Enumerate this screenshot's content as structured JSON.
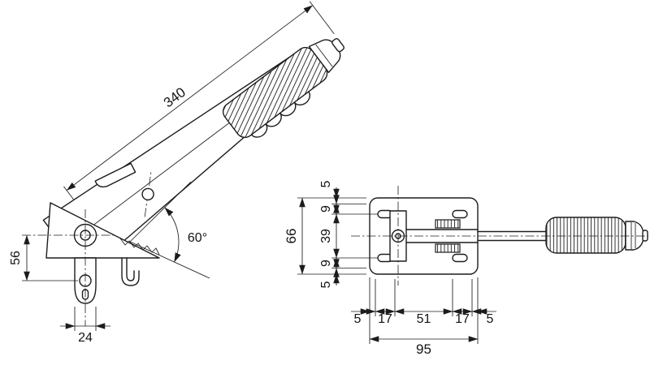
{
  "figure": {
    "side_view": {
      "lever_length": "340",
      "release_angle": "60°",
      "pivot_height": "56",
      "foot_width": "24"
    },
    "top_view": {
      "plate_height": "66",
      "height_chain": [
        "5",
        "9",
        "39",
        "9",
        "5"
      ],
      "width_chain": [
        "5",
        "17",
        "51",
        "17",
        "5"
      ],
      "plate_width": "95"
    },
    "colors": {
      "ink": "#1c1c1c",
      "background": "#ffffff"
    }
  }
}
